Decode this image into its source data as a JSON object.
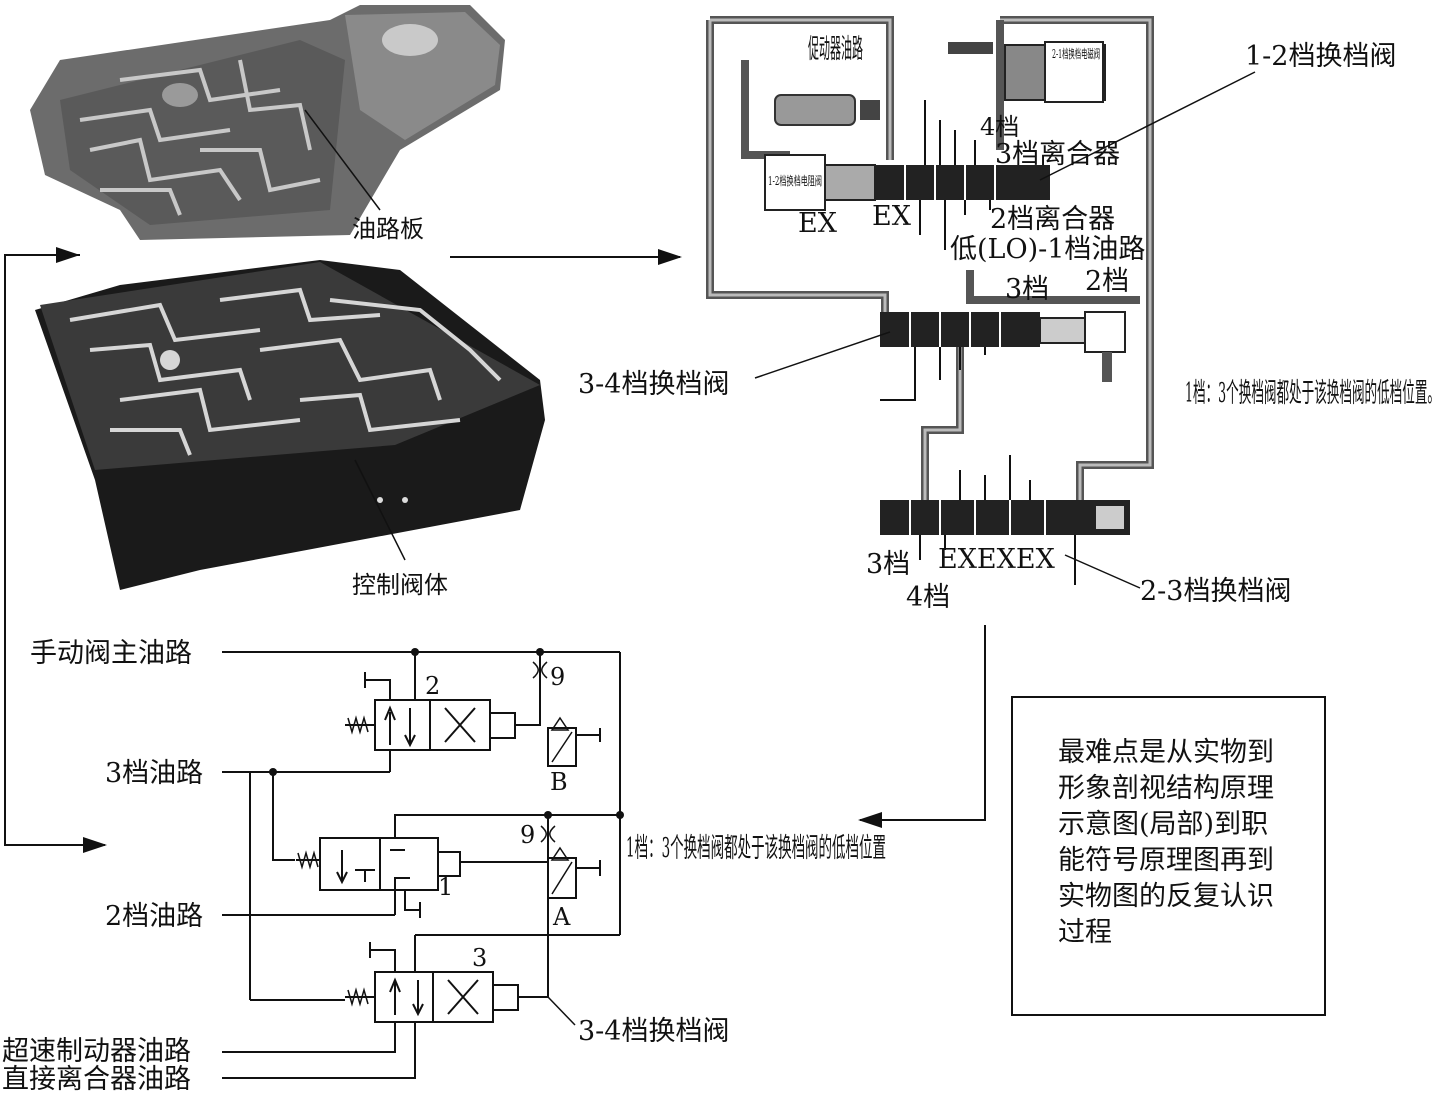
{
  "labels": {
    "oil_plate": "油路板",
    "control_valve_body": "控制阀体",
    "servo_oil": "促动器油路",
    "solenoid_21": "2-1档换档电磁阀",
    "solenoid_12": "1-2档换档电阻阀",
    "valve_12": "1-2档换档阀",
    "gear4": "4档",
    "clutch3": "3档离合器",
    "clutch2": "2档离合器",
    "lo_oil": "低(LO)-1档油路",
    "ex": "EX",
    "gear3": "3档",
    "gear2": "2档",
    "valve_34": "3-4档换档阀",
    "note_right": "1档：3个换档阀都处于该换档阀的低档位置。",
    "ex_group": "EXEXEX",
    "valve_23": "2-3档换档阀",
    "manual_main": "手动阀主油路",
    "gear3_oil": "3档油路",
    "gear2_oil": "2档油路",
    "overdrive_brake": "超速制动器油路",
    "direct_clutch": "直接离合器油路",
    "num2": "2",
    "num1": "1",
    "num3": "3",
    "num9": "9",
    "B": "B",
    "A": "A",
    "note_mid": "1档：3个换档阀都处于该换档阀的低档位置",
    "valve_34_sym": "3-4档换档阀",
    "summary": "最难点是从实物到形象剖视结构原理示意图(局部)到职能符号原理图再到实物图的反复认识过程"
  }
}
